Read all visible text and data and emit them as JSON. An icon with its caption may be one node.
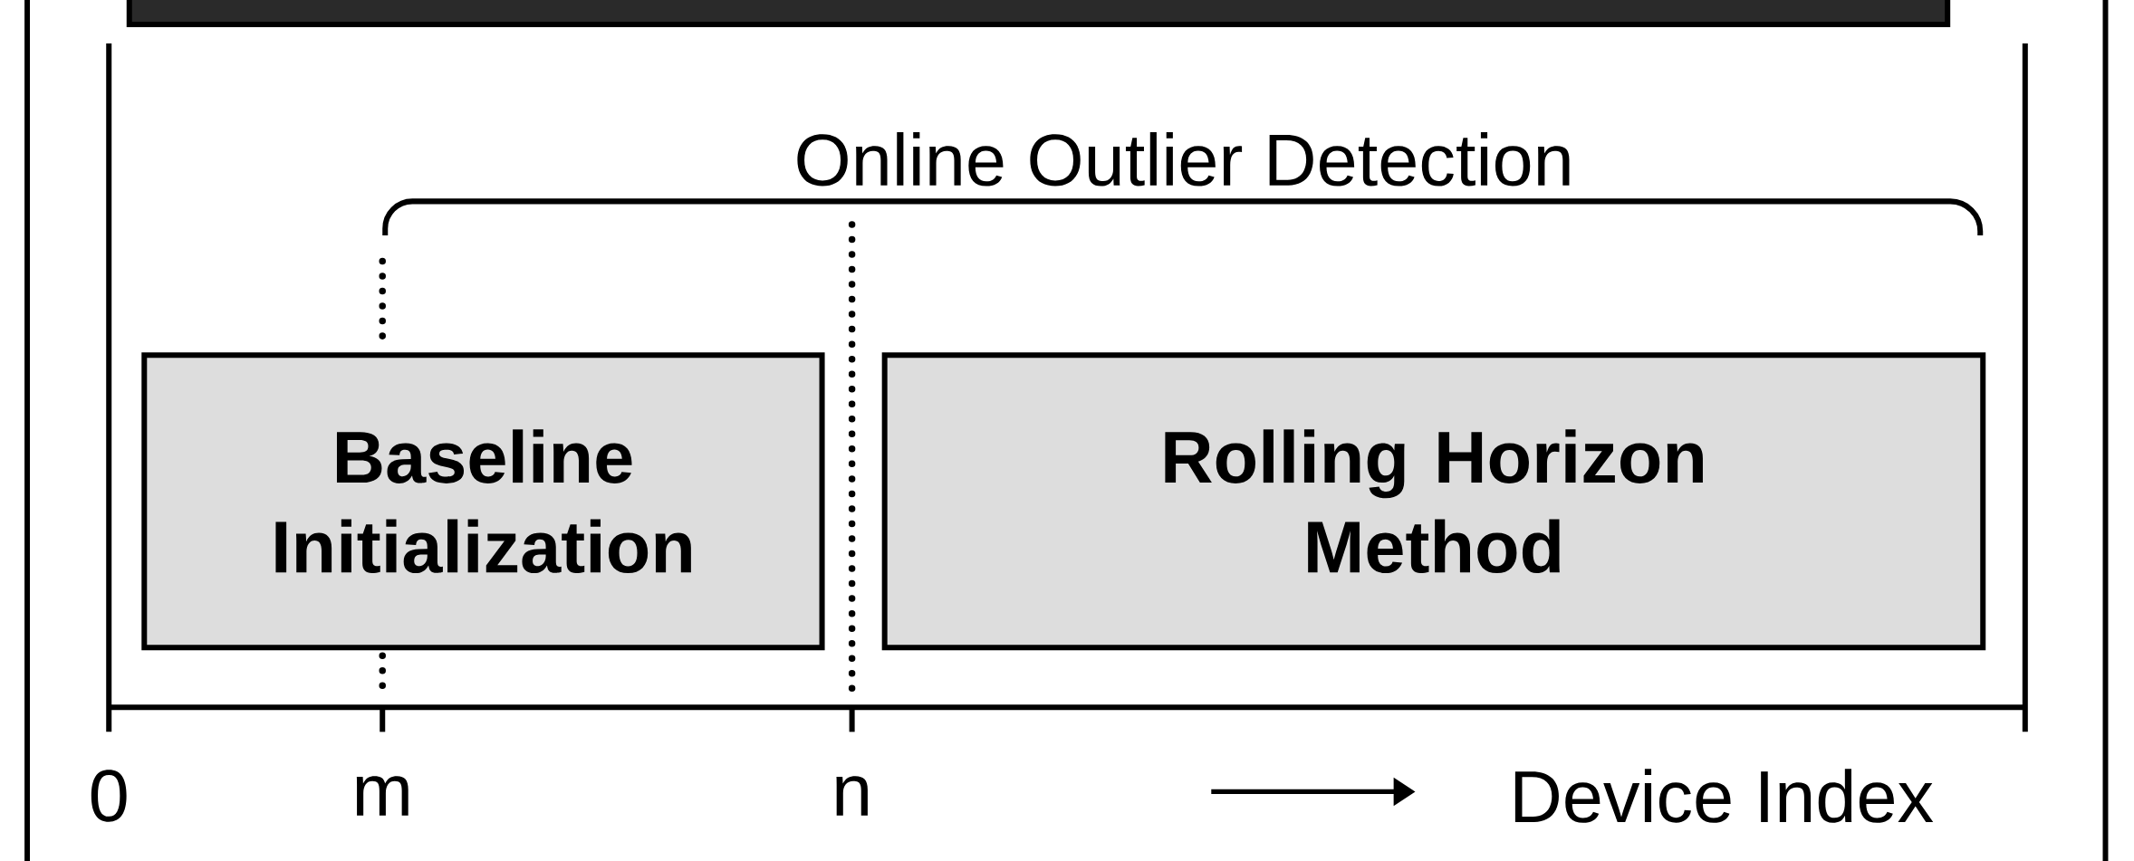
{
  "diagram": {
    "nodes": [
      {
        "text": [],
        "shape": "bar"
      },
      {
        "text": [
          "Baseline Initialization"
        ]
      },
      {
        "text": [
          "Rolling Horizon Method"
        ]
      }
    ],
    "labels": [
      "Online Outlier Detection",
      "0",
      "m",
      "n",
      "Device Index"
    ]
  }
}
